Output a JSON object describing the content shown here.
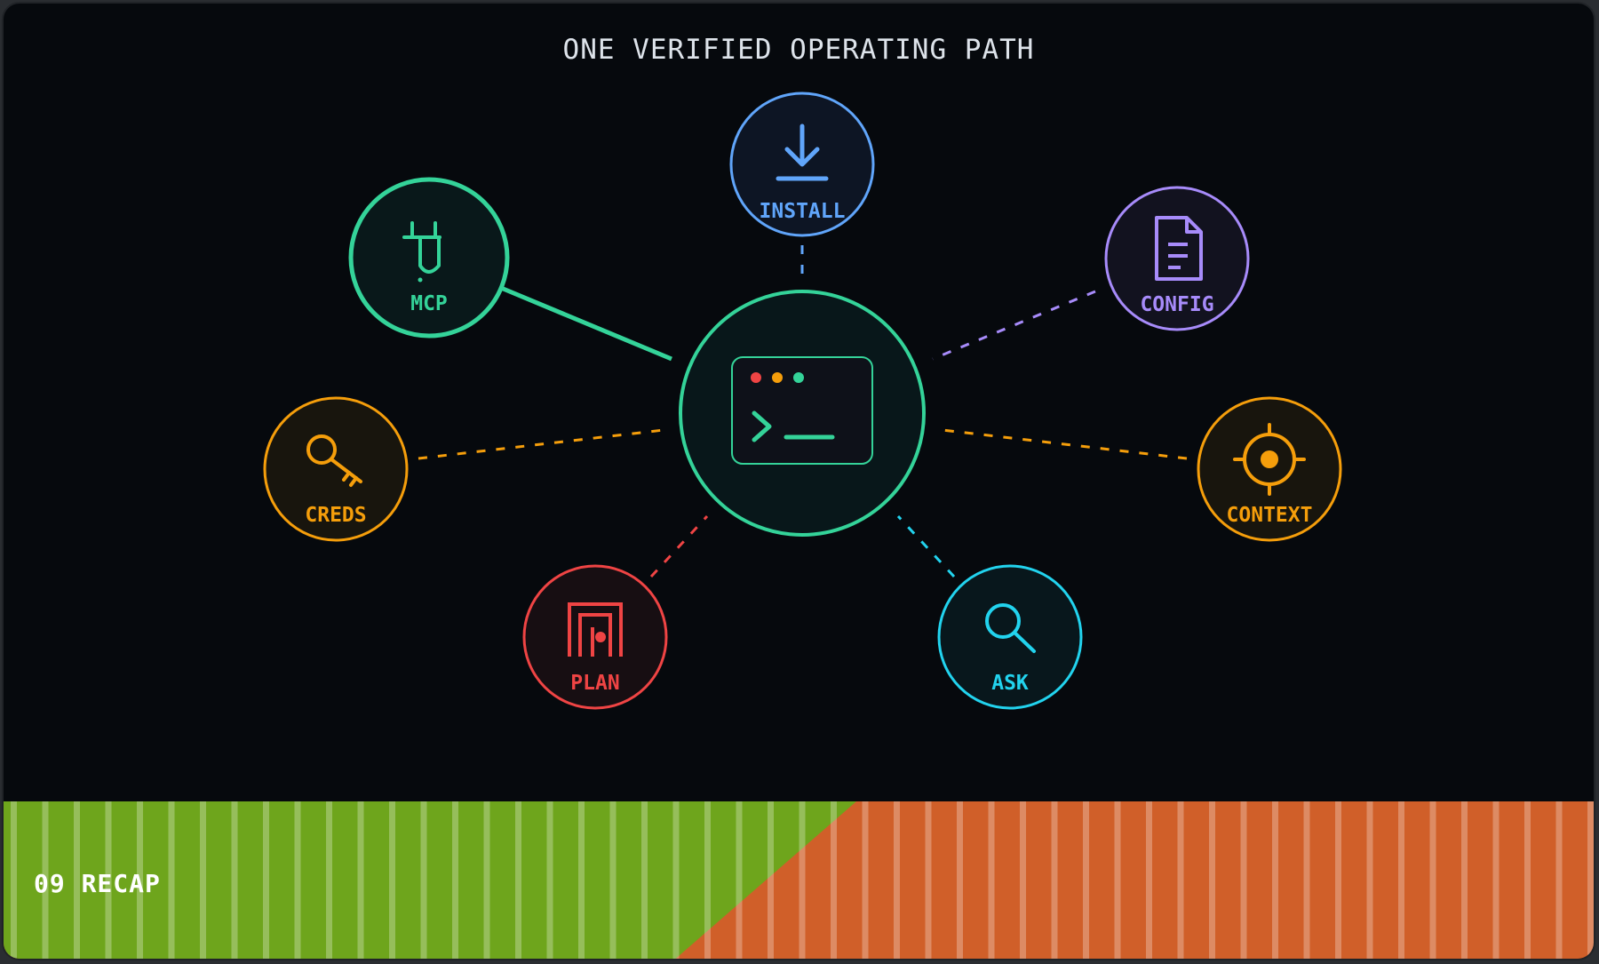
{
  "title": "ONE VERIFIED OPERATING PATH",
  "center": {
    "icon": "terminal-icon",
    "stroke": "#34d399",
    "dots": [
      "#ef4444",
      "#f59e0b",
      "#34d399"
    ]
  },
  "nodes": [
    {
      "id": "install",
      "label": "INSTALL",
      "icon": "download-icon",
      "color": "#60a5fa",
      "fill": "#0d1524",
      "link": "dashed"
    },
    {
      "id": "mcp",
      "label": "MCP",
      "icon": "plug-icon",
      "color": "#34d399",
      "fill": "#09181a",
      "link": "solid"
    },
    {
      "id": "config",
      "label": "CONFIG",
      "icon": "document-icon",
      "color": "#a78bfa",
      "fill": "#12121f",
      "link": "dashed"
    },
    {
      "id": "creds",
      "label": "CREDS",
      "icon": "key-icon",
      "color": "#f59e0b",
      "fill": "#18150d",
      "link": "dashed"
    },
    {
      "id": "context",
      "label": "CONTEXT",
      "icon": "target-icon",
      "color": "#f59e0b",
      "fill": "#18150d",
      "link": "dashed"
    },
    {
      "id": "plan",
      "label": "PLAN",
      "icon": "maze-icon",
      "color": "#ef4444",
      "fill": "#170e12",
      "link": "dashed"
    },
    {
      "id": "ask",
      "label": "ASK",
      "icon": "search-icon",
      "color": "#22d3ee",
      "fill": "#08171c",
      "link": "dashed"
    }
  ],
  "footer": {
    "label": "09 RECAP",
    "colors": {
      "green": "#6ea51c",
      "orange": "#d05f29"
    }
  }
}
